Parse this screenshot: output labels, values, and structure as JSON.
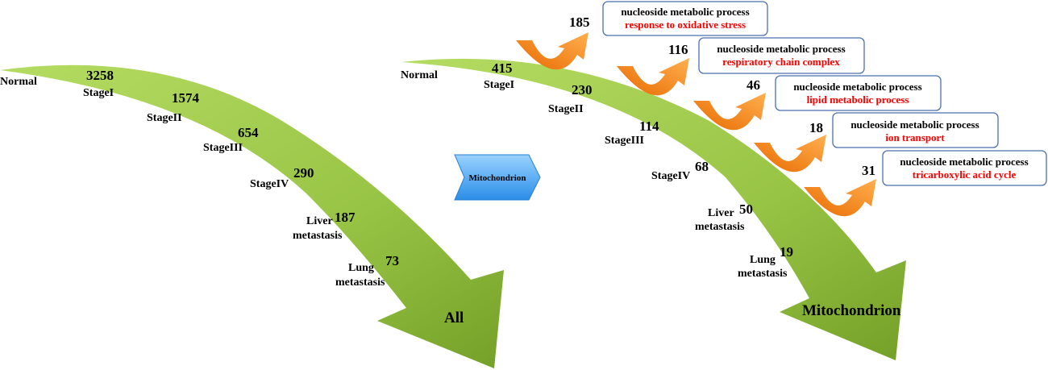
{
  "colors": {
    "arrow_green": "#9ccc4a",
    "arrow_green_dark": "#76a22a",
    "orange": "#f07c10",
    "chevron_blue": "#3fa0f0",
    "box_border": "#4a6fb0",
    "red_text": "#ff0000"
  },
  "left_panel": {
    "title": "All",
    "stages": [
      {
        "label": "Normal",
        "count": ""
      },
      {
        "label": "StageI",
        "count": "3258"
      },
      {
        "label": "StageII",
        "count": "1574"
      },
      {
        "label": "StageIII",
        "count": "654"
      },
      {
        "label": "StageIV",
        "count": "290"
      },
      {
        "label": "Liver",
        "label2": "metastasis",
        "count": "187"
      },
      {
        "label": "Lung",
        "label2": "metastasis",
        "count": "73"
      }
    ]
  },
  "connector": {
    "label": "Mitochondrion"
  },
  "right_panel": {
    "title": "Mitochondrion",
    "stages": [
      {
        "label": "Normal",
        "count": ""
      },
      {
        "label": "StageI",
        "count": "415"
      },
      {
        "label": "StageII",
        "count": "230"
      },
      {
        "label": "StageIII",
        "count": "114"
      },
      {
        "label": "StageIV",
        "count": "68"
      },
      {
        "label": "Liver",
        "label2": "metastasis",
        "count": "50"
      },
      {
        "label": "Lung",
        "label2": "metastasis",
        "count": "19"
      }
    ],
    "enrichments": [
      {
        "count": "185",
        "term1": "nucleoside metabolic process",
        "term2": "response to oxidative stress"
      },
      {
        "count": "116",
        "term1": "nucleoside metabolic process",
        "term2": "respiratory chain complex"
      },
      {
        "count": "46",
        "term1": "nucleoside metabolic process",
        "term2": "lipid metabolic process"
      },
      {
        "count": "18",
        "term1": "nucleoside metabolic process",
        "term2": "ion transport"
      },
      {
        "count": "31",
        "term1": "nucleoside metabolic process",
        "term2": "tricarboxylic acid cycle"
      }
    ]
  }
}
